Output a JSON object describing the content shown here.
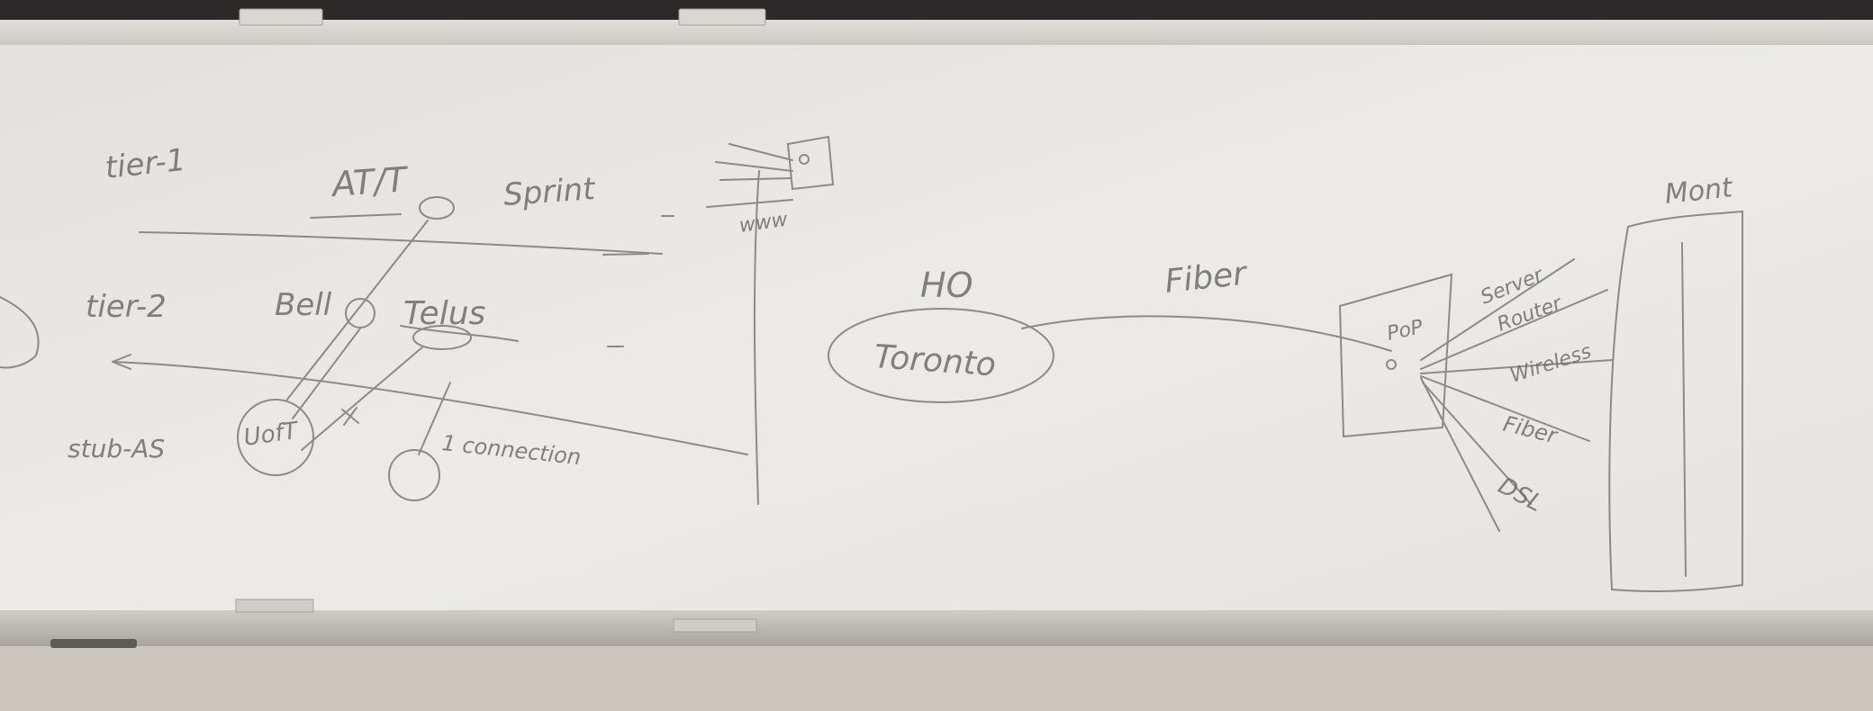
{
  "board": {
    "colors": {
      "wall_top": "#2b2a28",
      "frame": "#d8d5cf",
      "surface": "#e9e7e3",
      "ink": "#6f6c67",
      "tray": "#b9b6b0",
      "floor": "#cfcac2"
    }
  },
  "notes": {
    "tier1": "tier-1",
    "att": "AT/T",
    "sprint": "Sprint",
    "www": "www",
    "tier2": "tier-2",
    "bell": "Bell",
    "telus": "Telus",
    "stub_as": "stub-AS",
    "uoft": "UofT",
    "one_connection": "1 connection",
    "ho": "HO",
    "toronto": "Toronto",
    "fiber": "Fiber",
    "pop": "PoP",
    "server": "Server",
    "router": "Router",
    "wireless": "Wireless",
    "fiber2": "Fiber",
    "dsl": "DSL",
    "mont": "Mont"
  }
}
